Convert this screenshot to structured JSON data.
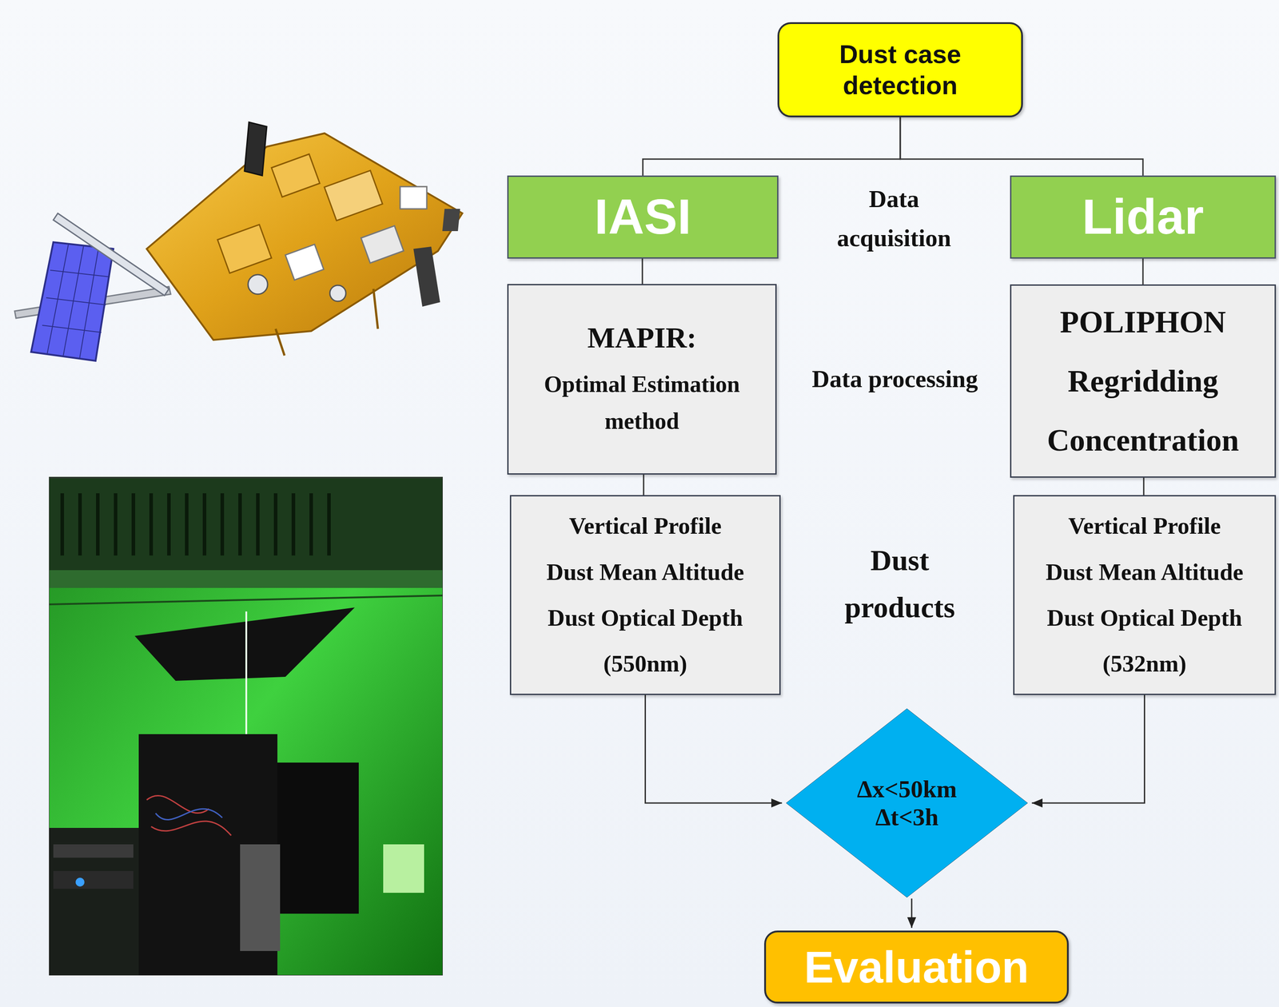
{
  "diagram": {
    "nodes": [
      {
        "text": [
          "Dust case detection"
        ]
      },
      {
        "text": [
          "IASI"
        ]
      },
      {
        "text": [
          "Lidar"
        ]
      },
      {
        "text": [
          "MAPIR:",
          "Optimal Estimation method"
        ]
      },
      {
        "text": [
          "POLIPHON",
          "Regridding",
          "Concentration"
        ]
      },
      {
        "text": [
          "Vertical Profile",
          "Dust Mean Altitude",
          "Dust Optical Depth",
          "(550nm)"
        ]
      },
      {
        "text": [
          "Vertical Profile",
          "Dust Mean Altitude",
          "Dust Optical Depth",
          "(532nm)"
        ]
      },
      {
        "text": [
          "Δx<50km",
          "Δt<3h"
        ]
      },
      {
        "text": [
          "Evaluation"
        ]
      }
    ],
    "edges": [
      {
        "from": 0,
        "to": 1,
        "arrow": "none"
      },
      {
        "from": 0,
        "to": 2,
        "arrow": "none"
      },
      {
        "from": 1,
        "to": 3,
        "arrow": "none"
      },
      {
        "from": 2,
        "to": 4,
        "arrow": "none"
      },
      {
        "from": 3,
        "to": 5,
        "arrow": "none"
      },
      {
        "from": 4,
        "to": 6,
        "arrow": "none"
      },
      {
        "from": 5,
        "to": 7,
        "arrow": "to"
      },
      {
        "from": 6,
        "to": 7,
        "arrow": "to"
      },
      {
        "from": 7,
        "to": 8,
        "arrow": "to"
      }
    ],
    "labels": [
      "Data acquisition",
      "Data processing",
      "Dust products"
    ]
  }
}
